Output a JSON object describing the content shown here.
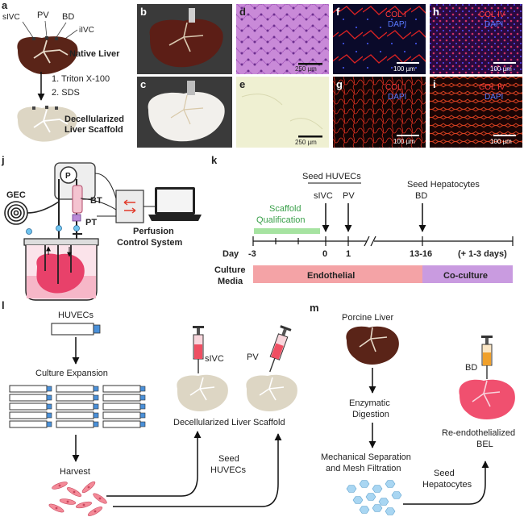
{
  "panels": {
    "a": "a",
    "b": "b",
    "c": "c",
    "d": "d",
    "e": "e",
    "f": "f",
    "g": "g",
    "h": "h",
    "i": "i",
    "j": "j",
    "k": "k",
    "l": "l",
    "m": "m"
  },
  "a": {
    "vessels": {
      "sivc": "sIVC",
      "pv": "PV",
      "bd": "BD",
      "iivc": "iIVC"
    },
    "native": "Native Liver",
    "step1": "1. Triton X-100",
    "step2": "2. SDS",
    "scaffold1": "Decellularized",
    "scaffold2": "Liver Scaffold"
  },
  "micro": {
    "scale_250": "250 µm",
    "scale_100": "100 µm",
    "col1": "COL I",
    "col4": "COL IV",
    "dapi": "DAPI"
  },
  "j": {
    "gec": "GEC",
    "bt": "BT",
    "pt": "PT",
    "p": "P",
    "system1": "Perfusion",
    "system2": "Control System"
  },
  "k": {
    "seed_huvecs": "Seed HUVECs",
    "seed_hep": "Seed Hepatocytes",
    "sivc": "sIVC",
    "pv": "PV",
    "bd": "BD",
    "qual1": "Scaffold",
    "qual2": "Qualification",
    "day": "Day",
    "days": [
      "-3",
      "0",
      "1",
      "13-16",
      "(+ 1-3 days)"
    ],
    "media1": "Culture",
    "media2": "Media",
    "endo": "Endothelial",
    "cocul": "Co-culture",
    "colors": {
      "qual": "#a6e3a1",
      "endo": "#f4a3a6",
      "cocul": "#c99be0"
    }
  },
  "l": {
    "huvecs": "HUVECs",
    "expansion": "Culture Expansion",
    "harvest": "Harvest",
    "sivc": "sIVC",
    "pv": "PV",
    "scaffold": "Decellularized Liver Scaffold",
    "seed1": "Seed",
    "seed2": "HUVECs"
  },
  "m": {
    "porcine": "Porcine Liver",
    "enz1": "Enzymatic",
    "enz2": "Digestion",
    "mech1": "Mechanical Separation",
    "mech2": "and Mesh Filtration",
    "bd": "BD",
    "seed1": "Seed",
    "seed2": "Hepatocytes",
    "rebel1": "Re-endothelialized",
    "rebel2": "BEL"
  }
}
